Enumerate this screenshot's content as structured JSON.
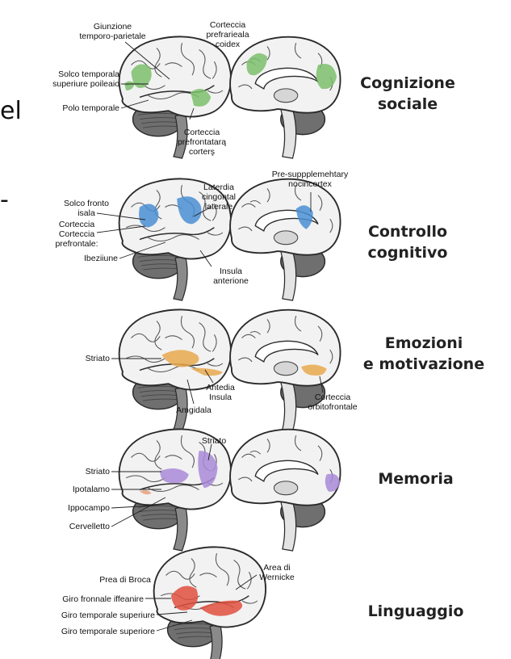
{
  "edge_glyphs": {
    "top": "el",
    "mid": "-"
  },
  "colors": {
    "social": "#7cbf6c",
    "control": "#4a8fd4",
    "emotion": "#e9a94f",
    "memory": "#a98bd8",
    "language": "#e0503e",
    "brain_fill": "#f2f2f2",
    "brain_stroke": "#2b2b2b",
    "cerebellum": "#6f6f6f"
  },
  "panels": [
    {
      "id": "social",
      "title_line1": "Cognizione",
      "title_line2": "sociale",
      "labels": {
        "tp_junction": "Giunzione\ntemporo-parietale",
        "sts": "Solco temporala\nsuperiure poileaio",
        "temporal_pole": "Polo temporale",
        "pfc_lateral": "Corteccia\nprefrontatarą\ncorterş",
        "pfc_medial": "Corteccia\nprefrarieala\ncoidex"
      }
    },
    {
      "id": "control",
      "title_line1": "Controllo",
      "title_line2": "cognitivo",
      "labels": {
        "sulcus": "Solco fronto\nisala",
        "pfc": "Corteccia\nCorteccia\nprefrontale:",
        "bottom": "Ibeziiune",
        "cingulate": "Laterdia\ncingontal\nlaterale",
        "insula": "Insula\nanterione",
        "presma": "Pre-suppplemehtary\nnocincortex"
      }
    },
    {
      "id": "emotion",
      "title_line1": "Emozioni",
      "title_line2": "e motivazione",
      "labels": {
        "striatum": "Striato",
        "insula": "Antedia\nInsula",
        "amygdala": "Amgidala",
        "ofc": "Corteccia\norbitofrontale"
      }
    },
    {
      "id": "memory",
      "title_line1": "Memoria",
      "title_line2": "",
      "labels": {
        "striatum_top": "Striato",
        "striatum": "Striato",
        "hypothalamus": "Ipotalamo",
        "hippocampus": "Ippocampo",
        "cerebellum": "Cervelletto"
      }
    },
    {
      "id": "language",
      "title_line1": "Linguaggio",
      "title_line2": "",
      "labels": {
        "broca": "Preа di Broca",
        "wernicke": "Area di\nWernicke",
        "frontal_gyrus": "Giro fronnale iffeanire",
        "stg1": "Giro temporale superiure",
        "stg2": "Giro temporale superiore"
      }
    }
  ]
}
